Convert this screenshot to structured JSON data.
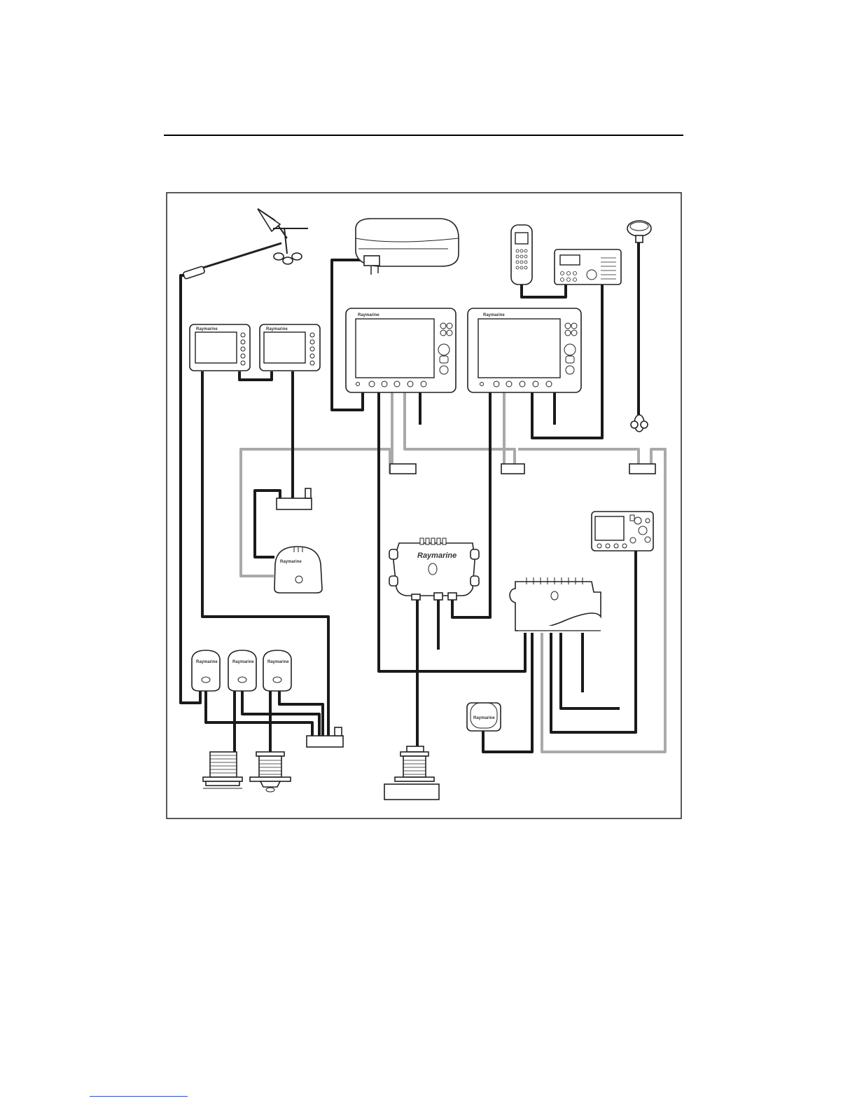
{
  "page": {
    "header_rule": true,
    "footer_link_underline": true
  },
  "diagram": {
    "brand_labels": {
      "main_display": "Raymarine",
      "small_display": "Raymarine",
      "sounder_module": "Raymarine",
      "dsm_module": "Raymarine",
      "transducer_pod": "Raymarine",
      "compass": "Raymarine"
    },
    "cable_colors": {
      "data_cable": "#1a1a1a",
      "seatalk_hs_cable": "#a9a9a9"
    }
  }
}
